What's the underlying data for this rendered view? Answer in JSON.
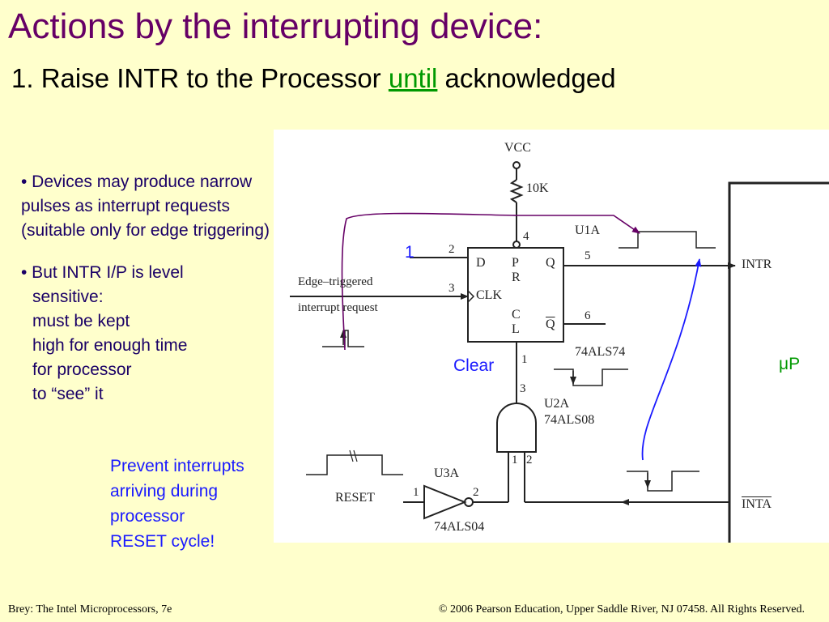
{
  "slide": {
    "title": "Actions by the interrupting device:",
    "subtitle_pre": "1. Raise INTR to the Processor ",
    "subtitle_em": "until",
    "subtitle_post": " acknowledged"
  },
  "bullets": {
    "b1": [
      "• Devices may produce narrow",
      "pulses as interrupt requests",
      "(suitable only for edge triggering)"
    ],
    "b2": [
      "• But INTR I/P is level",
      "sensitive:",
      "must be kept",
      "high for enough time",
      "for processor",
      "to “see” it"
    ]
  },
  "reset_note": [
    "Prevent interrupts",
    "arriving during",
    "processor",
    "RESET cycle!"
  ],
  "diagram": {
    "vcc": "VCC",
    "resistor": "10K",
    "u1a_name": "U1A",
    "u1a_part": "74ALS74",
    "pin_D": "D",
    "pin_P": "P",
    "pin_R": "R",
    "pin_Q": "Q",
    "pin_CLK": "CLK",
    "pin_C": "C",
    "pin_L": "L",
    "pin_Qbar": "Q",
    "pin2": "2",
    "pin3": "3",
    "pin4": "4",
    "pin5": "5",
    "pin6": "6",
    "pin1": "1",
    "u2a_pin3": "3",
    "u2a_name": "U2A",
    "u2a_part": "74ALS08",
    "u2a_in1": "1",
    "u2a_in2": "2",
    "u3a_name": "U3A",
    "u3a_part": "74ALS04",
    "u3a_in": "1",
    "u3a_out": "2",
    "edge_line1": "Edge–triggered",
    "edge_line2": "interrupt request",
    "reset": "RESET",
    "intr": "INTR",
    "inta": "INTA",
    "d_high": "1",
    "clear": "Clear",
    "up_mu": "μ",
    "up_p": "P"
  },
  "footer": {
    "left": "Brey: The Intel Microprocessors, 7e",
    "right": "© 2006 Pearson Education, Upper Saddle River, NJ 07458. All Rights Reserved."
  }
}
